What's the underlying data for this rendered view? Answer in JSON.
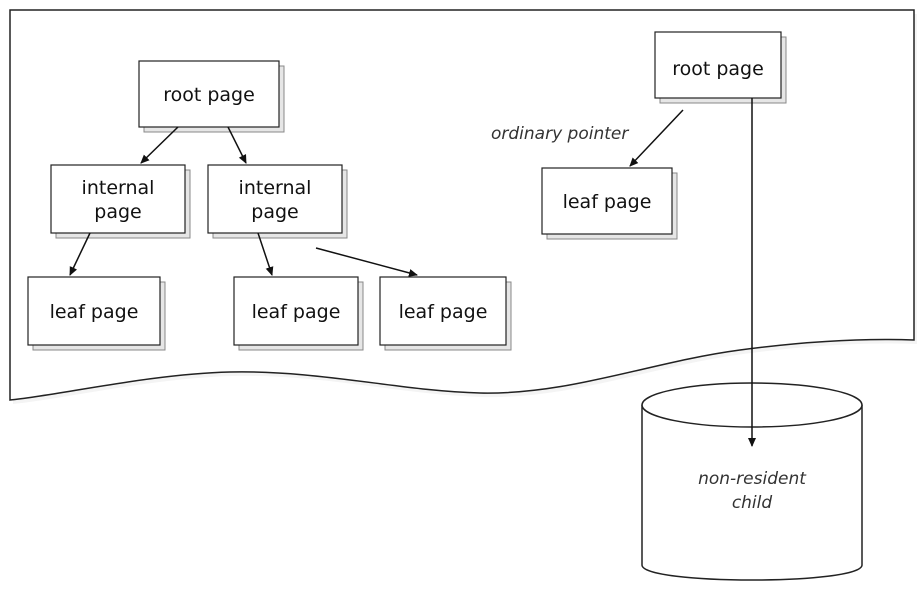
{
  "diagram": {
    "left_tree": {
      "root": "root page",
      "internal_left": [
        "internal",
        "page"
      ],
      "internal_right": [
        "internal",
        "page"
      ],
      "leaf_1": "leaf page",
      "leaf_2": "leaf page",
      "leaf_3": "leaf page"
    },
    "right_tree": {
      "root": "root page",
      "pointer_label": "ordinary pointer",
      "leaf": "leaf page"
    },
    "disk": {
      "label": [
        "non-resident",
        "child"
      ]
    }
  }
}
